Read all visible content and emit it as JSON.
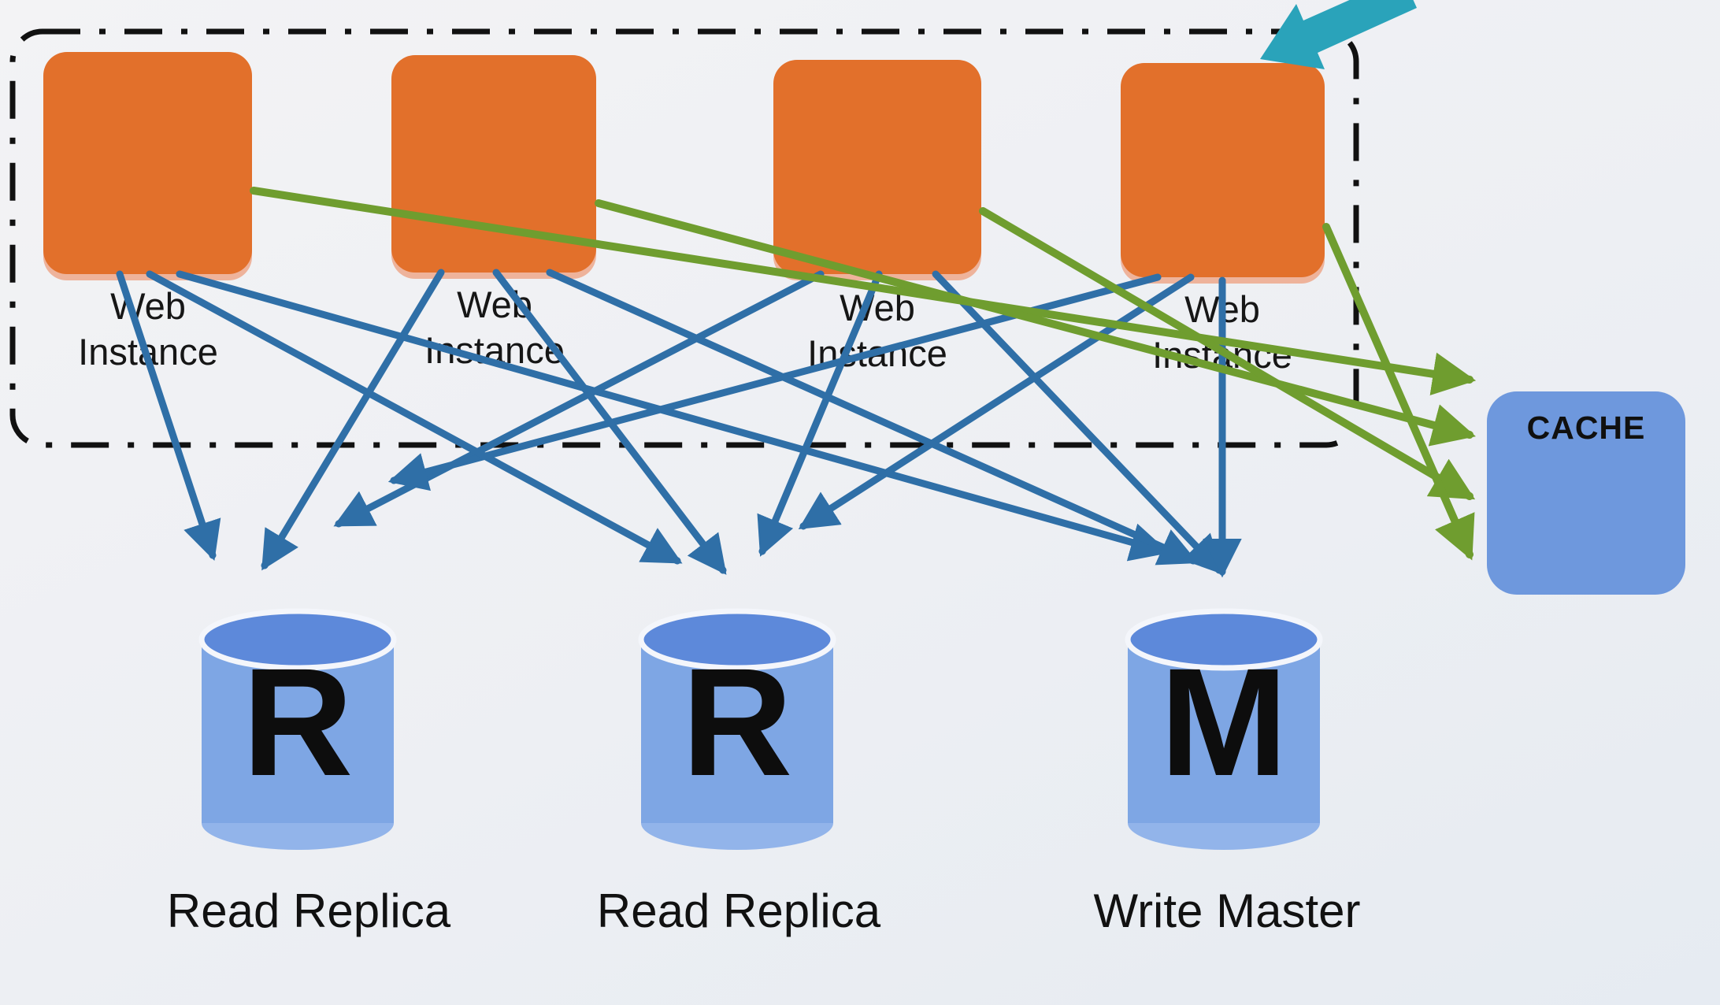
{
  "web_tier": {
    "instances": [
      {
        "label": "Web\nInstance"
      },
      {
        "label": "Web\nInstance"
      },
      {
        "label": "Web\nInstance"
      },
      {
        "label": "Web\nInstance"
      }
    ]
  },
  "cache": {
    "label": "CACHE"
  },
  "databases": [
    {
      "letter": "R",
      "caption": "Read Replica"
    },
    {
      "letter": "R",
      "caption": "Read Replica"
    },
    {
      "letter": "M",
      "caption": "Write Master"
    }
  ],
  "colors": {
    "instance_fill": "#e2702b",
    "instance_shadow": "#eeb39b",
    "cache_fill": "#6e98dd",
    "db_body": "#7ea6e4",
    "db_top": "#5d89da",
    "db_bottom_rim": "#92b4ea",
    "db_to_web_arrow": "#2f6fa7",
    "cache_arrow": "#6f9d2f",
    "pointer_arrow": "#2aa3ba",
    "boundary_stroke": "#111111"
  }
}
